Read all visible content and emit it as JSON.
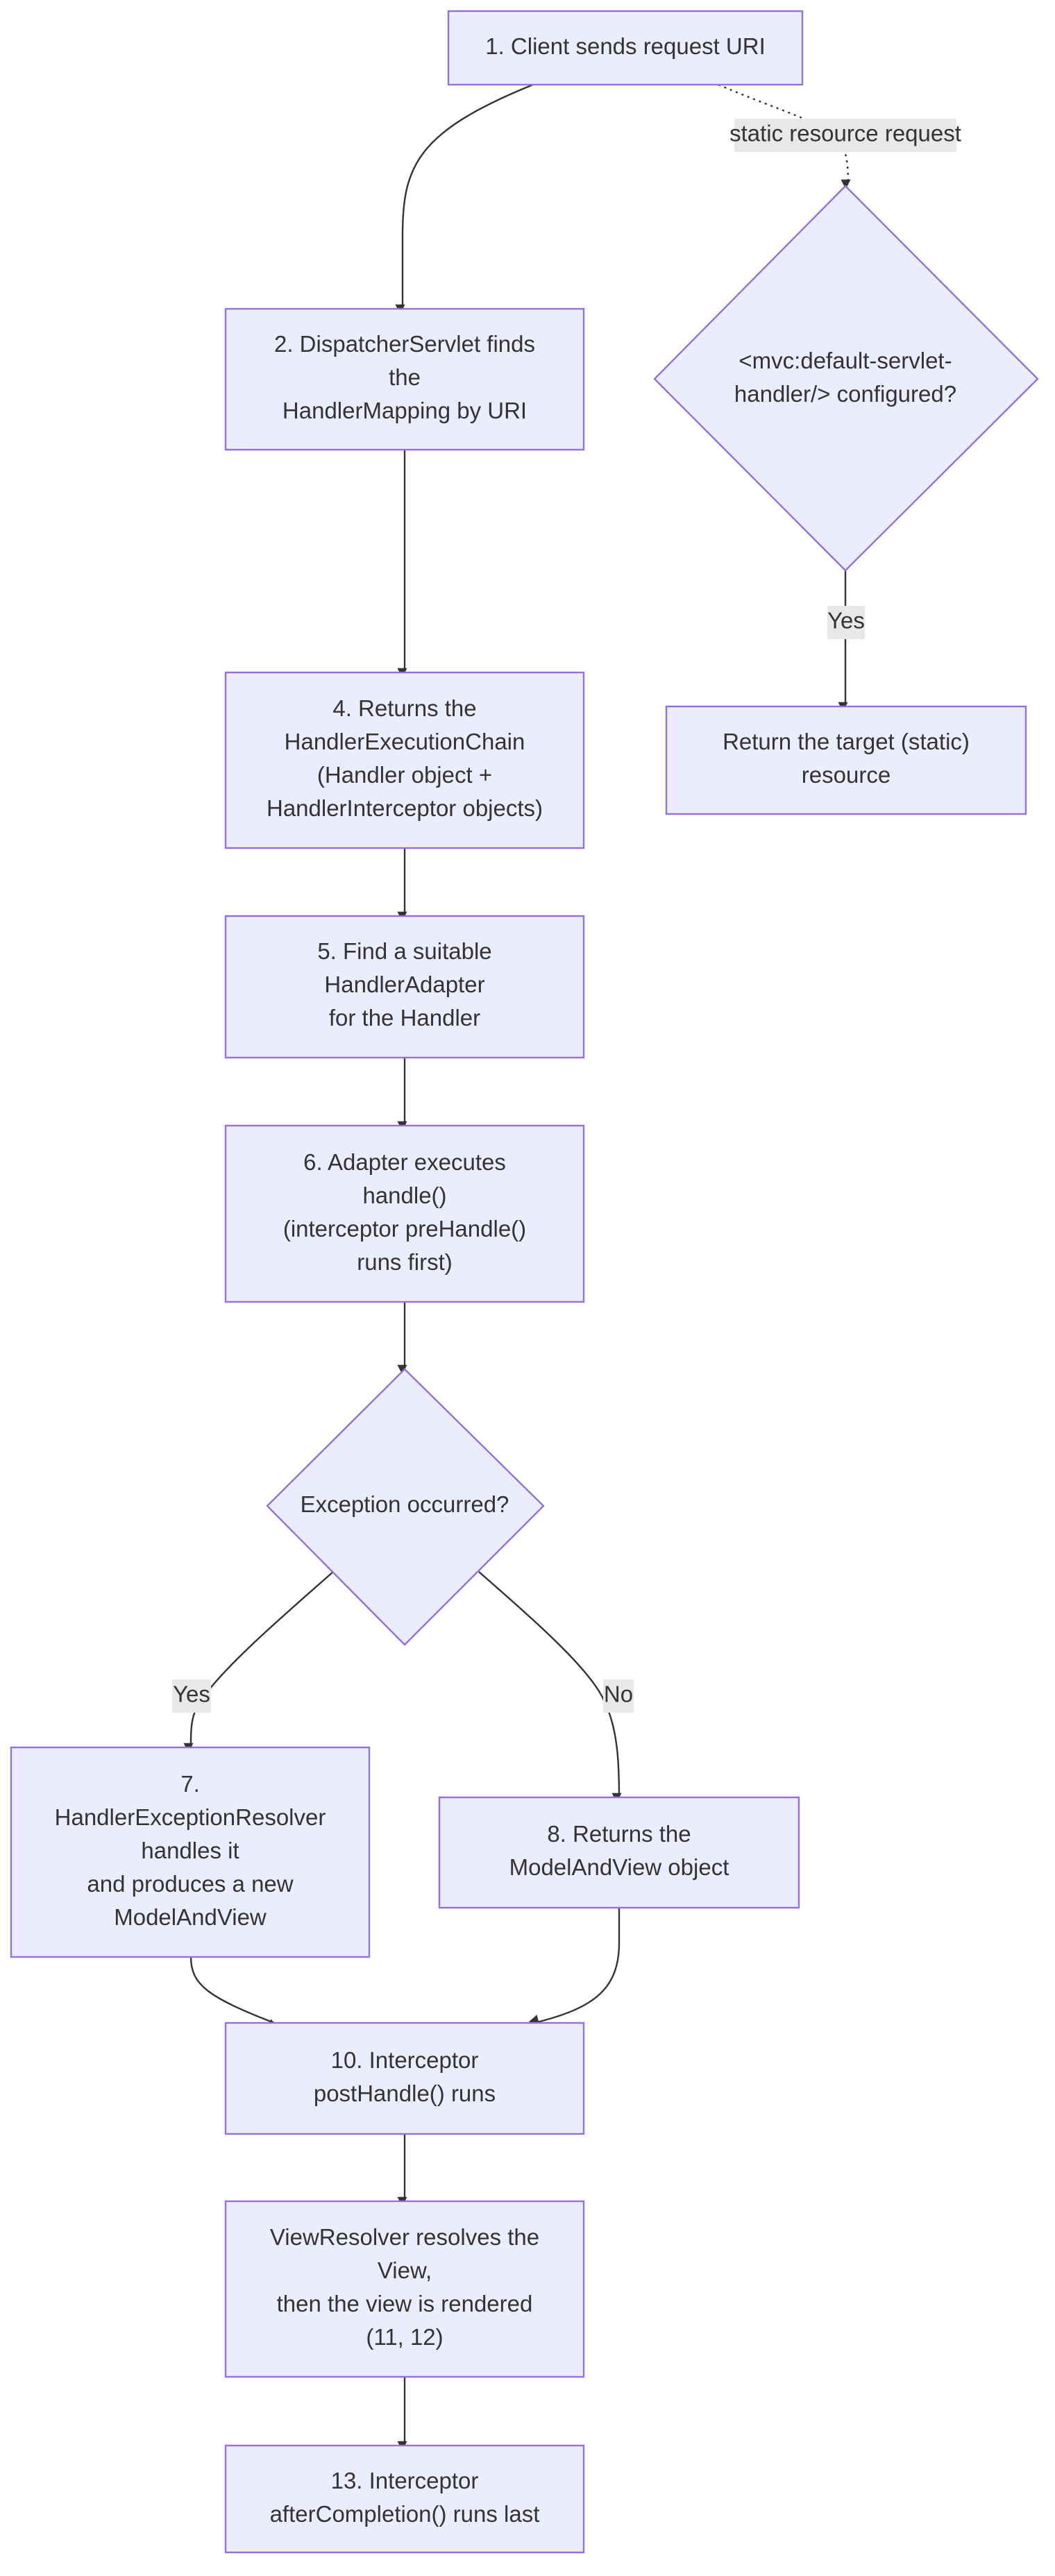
{
  "colors": {
    "node_fill": "#ECECFF",
    "node_stroke": "#9370DB",
    "edge": "#333333",
    "text": "#333333",
    "edge_label_bg": "#E8E8E8",
    "background": "#FFFFFF"
  },
  "nodes": {
    "n1": [
      "1. Client sends request URI"
    ],
    "n2": [
      "2. DispatcherServlet finds",
      "the",
      "HandlerMapping by URI"
    ],
    "n4": [
      "4. Returns the",
      "HandlerExecutionChain",
      "(Handler object +",
      "HandlerInterceptor objects)"
    ],
    "n5": [
      "5. Find a suitable",
      "HandlerAdapter",
      "for the Handler"
    ],
    "n6": [
      "6. Adapter executes",
      "handle()",
      "(interceptor preHandle()",
      "runs first)"
    ],
    "d_exc": [
      "Exception occurred?"
    ],
    "n7": [
      "7.",
      "HandlerExceptionResolver",
      "handles it",
      "and produces a new",
      "ModelAndView"
    ],
    "n8": [
      "8. Returns the",
      "ModelAndView object"
    ],
    "n10": [
      "10. Interceptor",
      "postHandle() runs"
    ],
    "n11": [
      "ViewResolver resolves the",
      "View,",
      "then the view is rendered",
      "(11, 12)"
    ],
    "n13": [
      "13. Interceptor",
      "afterCompletion() runs last"
    ],
    "d_static": [
      "<mvc:default-servlet-",
      "handler/> configured?"
    ],
    "n_static": [
      "Return the target (static)",
      "resource"
    ]
  },
  "edges": [
    {
      "from": "n1",
      "to": "n2",
      "label": ""
    },
    {
      "from": "n1",
      "to": "d_static",
      "label": "static resource request",
      "style": "dotted"
    },
    {
      "from": "d_static",
      "to": "n_static",
      "label": "Yes"
    },
    {
      "from": "n2",
      "to": "n4",
      "label": ""
    },
    {
      "from": "n4",
      "to": "n5",
      "label": ""
    },
    {
      "from": "n5",
      "to": "n6",
      "label": ""
    },
    {
      "from": "n6",
      "to": "d_exc",
      "label": ""
    },
    {
      "from": "d_exc",
      "to": "n7",
      "label": "Yes"
    },
    {
      "from": "d_exc",
      "to": "n8",
      "label": "No"
    },
    {
      "from": "n7",
      "to": "n10",
      "label": ""
    },
    {
      "from": "n8",
      "to": "n10",
      "label": ""
    },
    {
      "from": "n10",
      "to": "n11",
      "label": ""
    },
    {
      "from": "n11",
      "to": "n13",
      "label": ""
    }
  ]
}
